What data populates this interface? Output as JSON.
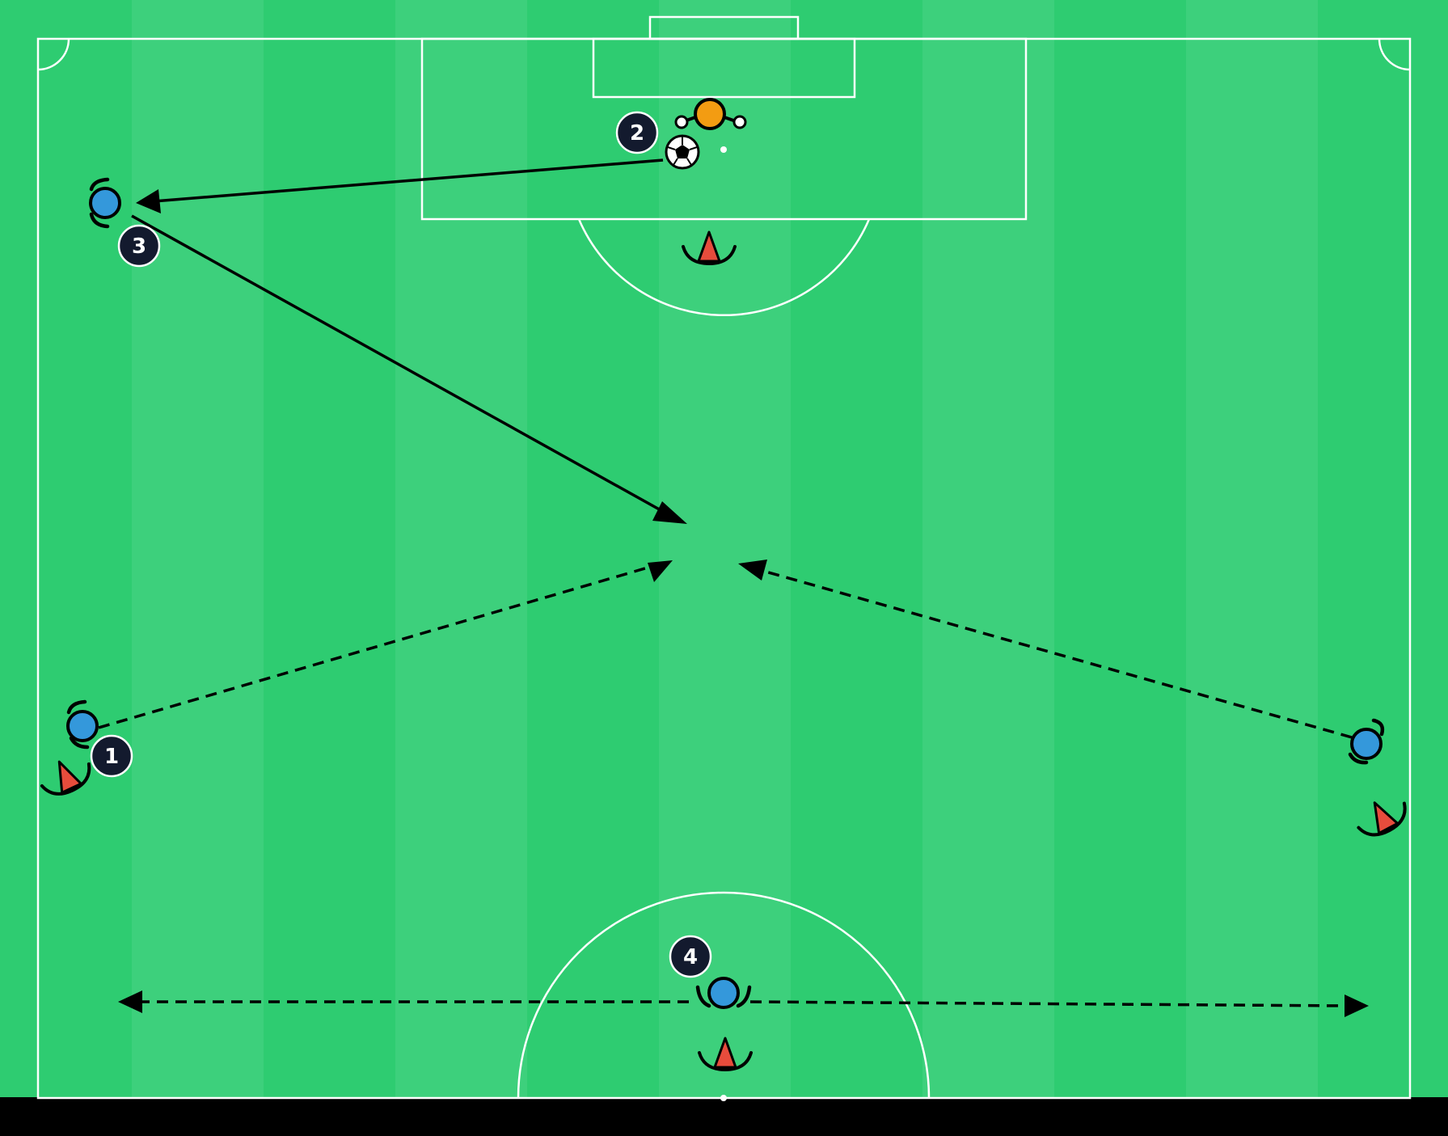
{
  "diagram": {
    "type": "soccer-drill",
    "colors": {
      "stripe_dark": "#2ecc71",
      "stripe_light": "#3dd07c",
      "lines": "#ffffff",
      "player": "#3498db",
      "goalkeeper": "#f39c12",
      "cone": "#e74c3c",
      "number_badge": "#131a2e",
      "arrow": "#000000",
      "background": "#000000"
    },
    "players": [
      {
        "id": "player-1",
        "number": "1",
        "role": "attacker",
        "icon": "player-icon"
      },
      {
        "id": "player-3",
        "number": "3",
        "role": "attacker",
        "icon": "player-icon"
      },
      {
        "id": "player-right",
        "number": "",
        "role": "attacker",
        "icon": "player-icon"
      },
      {
        "id": "player-4",
        "number": "4",
        "role": "attacker",
        "icon": "player-icon"
      }
    ],
    "goalkeeper": {
      "number": "2",
      "icon": "goalkeeper-icon"
    },
    "ball": {
      "icon": "soccer-ball-icon"
    },
    "cones": [
      "cone-icon",
      "cone-icon",
      "cone-icon",
      "cone-icon"
    ],
    "arrows": [
      {
        "name": "pass-arrow-gk-to-3",
        "style": "solid",
        "kind": "pass"
      },
      {
        "name": "run-arrow-3-to-center",
        "style": "solid",
        "kind": "pass"
      },
      {
        "name": "run-arrow-1-to-center",
        "style": "dashed",
        "kind": "run"
      },
      {
        "name": "run-arrow-right-to-center",
        "style": "dashed",
        "kind": "run"
      },
      {
        "name": "movement-arrow-4-left",
        "style": "dashed",
        "kind": "movement"
      },
      {
        "name": "movement-arrow-4-right",
        "style": "dashed",
        "kind": "movement"
      }
    ]
  }
}
